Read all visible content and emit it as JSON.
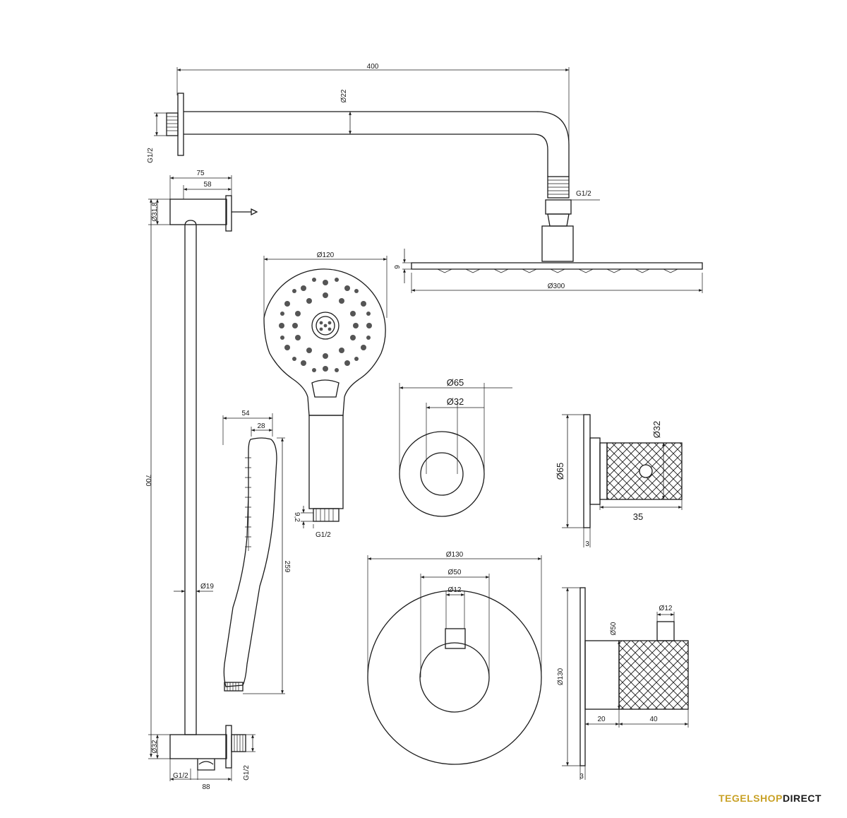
{
  "dims": {
    "arm_length": "400",
    "arm_diameter": "Ø22",
    "arm_thread": "G1/2",
    "head_thread": "G1/2",
    "head_height": "9",
    "head_diameter": "Ø300",
    "handshower_diameter": "Ø120",
    "bar_width": "75",
    "bar_bracket": "58",
    "bar_top_diameter": "Ø31,8",
    "bar_length": "700",
    "bar_diameter": "Ø19",
    "bar_bottom_diameter": "Ø32",
    "bar_bottom_thread_left": "G1/2",
    "bar_bottom_width": "88",
    "bar_bottom_thread_right": "G1/2",
    "handle_depth": "54",
    "handle_depth_inner": "28",
    "handle_length": "259",
    "handle_connector": "9,2",
    "handle_thread": "G1/2",
    "stop_rosette": "Ø65",
    "stop_knob": "Ø32",
    "stop_side_rosette": "Ø65",
    "stop_side_knob": "Ø32",
    "stop_side_length": "35",
    "stop_side_plate": "3",
    "thermo_rosette": "Ø130",
    "thermo_knob": "Ø50",
    "thermo_lever": "Ø12",
    "thermo_side_rosette": "Ø130",
    "thermo_side_knob": "Ø50",
    "thermo_side_lever": "Ø12",
    "thermo_side_base": "20",
    "thermo_side_length": "40",
    "thermo_side_plate": "3"
  },
  "brand": {
    "part1": "TEGELSHOP",
    "part2": "DIRECT",
    "color1": "#c9a227",
    "color2": "#1a1a1a"
  }
}
